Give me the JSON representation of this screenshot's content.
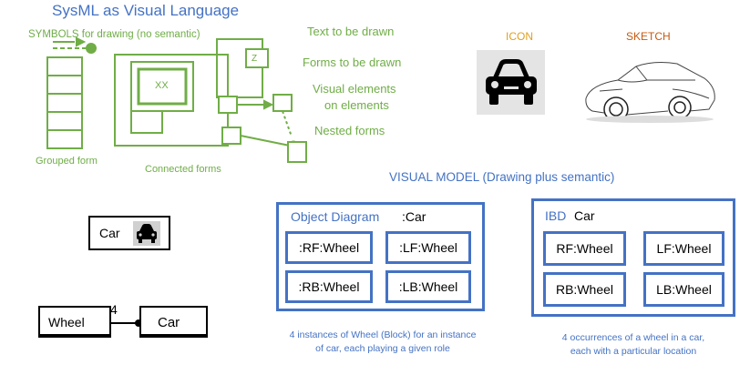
{
  "title": "SysML as Visual Language",
  "symbols": {
    "heading": "SYMBOLS for drawing (no semantic)",
    "nested_label": "XX",
    "z_label": "Z",
    "grouped_form": "Grouped form",
    "connected_forms": "Connected forms"
  },
  "legend": {
    "text": "Text to be drawn",
    "forms": "Forms to be drawn",
    "visual_line1": "Visual elements",
    "visual_line2": "on elements",
    "nested": "Nested forms"
  },
  "icon_label": "ICON",
  "sketch_label": "SKETCH",
  "visual_model": "VISUAL MODEL (Drawing plus semantic)",
  "car_block": {
    "label": "Car"
  },
  "assoc": {
    "wheel": "Wheel",
    "multiplicity": "4",
    "car": "Car"
  },
  "object_diagram": {
    "title": "Object Diagram",
    "instance": ":Car",
    "parts": [
      ":RF:Wheel",
      ":LF:Wheel",
      ":RB:Wheel",
      ":LB:Wheel"
    ],
    "note_line1": "4 instances of Wheel (Block) for an instance",
    "note_line2": "of car, each playing a given role"
  },
  "ibd": {
    "title": "IBD",
    "block": "Car",
    "parts": [
      "RF:Wheel",
      "LF:Wheel",
      "RB:Wheel",
      "LB:Wheel"
    ],
    "note_line1": "4 occurrences of  a wheel  in a car,",
    "note_line2": "each with a particular location"
  },
  "colors": {
    "green": "#70ad47",
    "blue": "#4472c4",
    "orange": "#e0a020",
    "brown": "#c55a11"
  }
}
